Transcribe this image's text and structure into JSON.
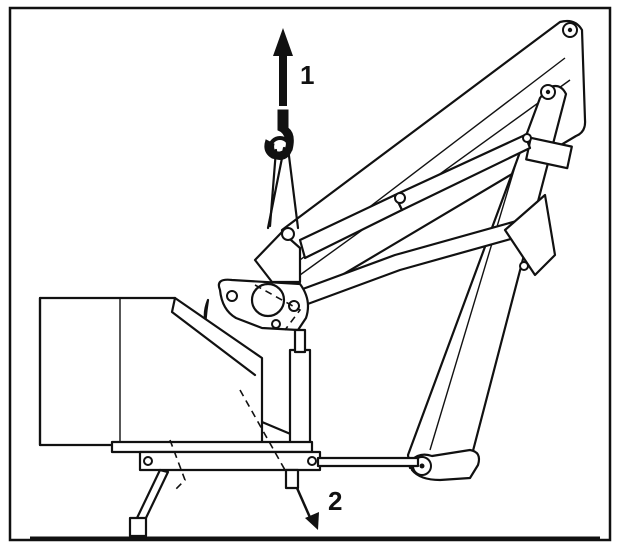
{
  "diagram": {
    "callouts": [
      {
        "id": "1",
        "label": "1"
      },
      {
        "id": "2",
        "label": "2"
      }
    ],
    "colors": {
      "ink": "#111111",
      "background": "#ffffff"
    }
  }
}
